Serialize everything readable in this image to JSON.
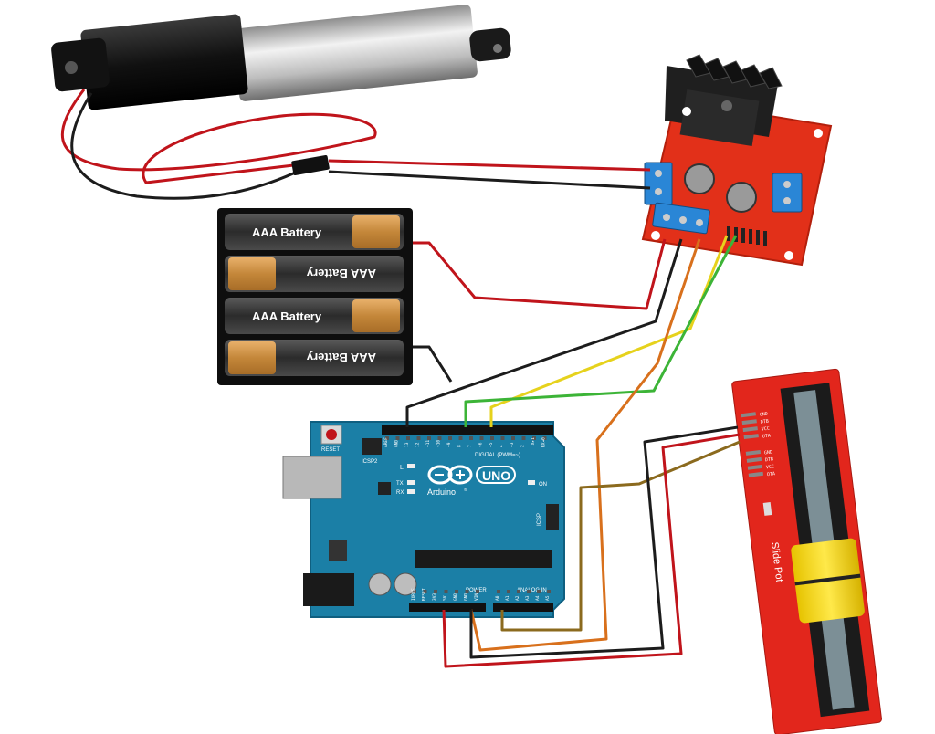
{
  "battery": {
    "cells": [
      {
        "label": "AAA Battery",
        "flipped": false
      },
      {
        "label": "AAA Battery",
        "flipped": true
      },
      {
        "label": "AAA Battery",
        "flipped": false
      },
      {
        "label": "AAA Battery",
        "flipped": true
      }
    ]
  },
  "arduino": {
    "model": "UNO",
    "brand": "Arduino",
    "trademark": "®",
    "reset": "RESET",
    "icsp2": "ICSP2",
    "icsp": "ICSP",
    "led_l": "L",
    "led_tx": "TX",
    "led_rx": "RX",
    "on": "ON",
    "digital": "DIGITAL (PWM=~)",
    "power": "POWER",
    "analog": "ANALOG IN",
    "top_pins": [
      "AREF",
      "GND",
      "13",
      "12",
      "~11",
      "~10",
      "~9",
      "8",
      "7",
      "~6",
      "~5",
      "4",
      "~3",
      "2",
      "TX▸1",
      "RX◂0"
    ],
    "power_pins": [
      "IOREF",
      "RESET",
      "3V3",
      "5V",
      "GND",
      "GND",
      "VIN"
    ],
    "analog_pins": [
      "A0",
      "A1",
      "A2",
      "A3",
      "A4",
      "A5"
    ]
  },
  "slide_pot": {
    "label": "Slide Pot",
    "pins_top": [
      "GND",
      "DTB",
      "VCC",
      "OTA"
    ],
    "pins_bottom": [
      "GND",
      "DTB",
      "VCC",
      "OTA"
    ]
  },
  "wire_colors": {
    "red": "#c0141b",
    "black": "#1c1c1c",
    "yellow": "#e6d21c",
    "green": "#3cb437",
    "orange": "#d8701c",
    "olive": "#8b6a1e"
  }
}
